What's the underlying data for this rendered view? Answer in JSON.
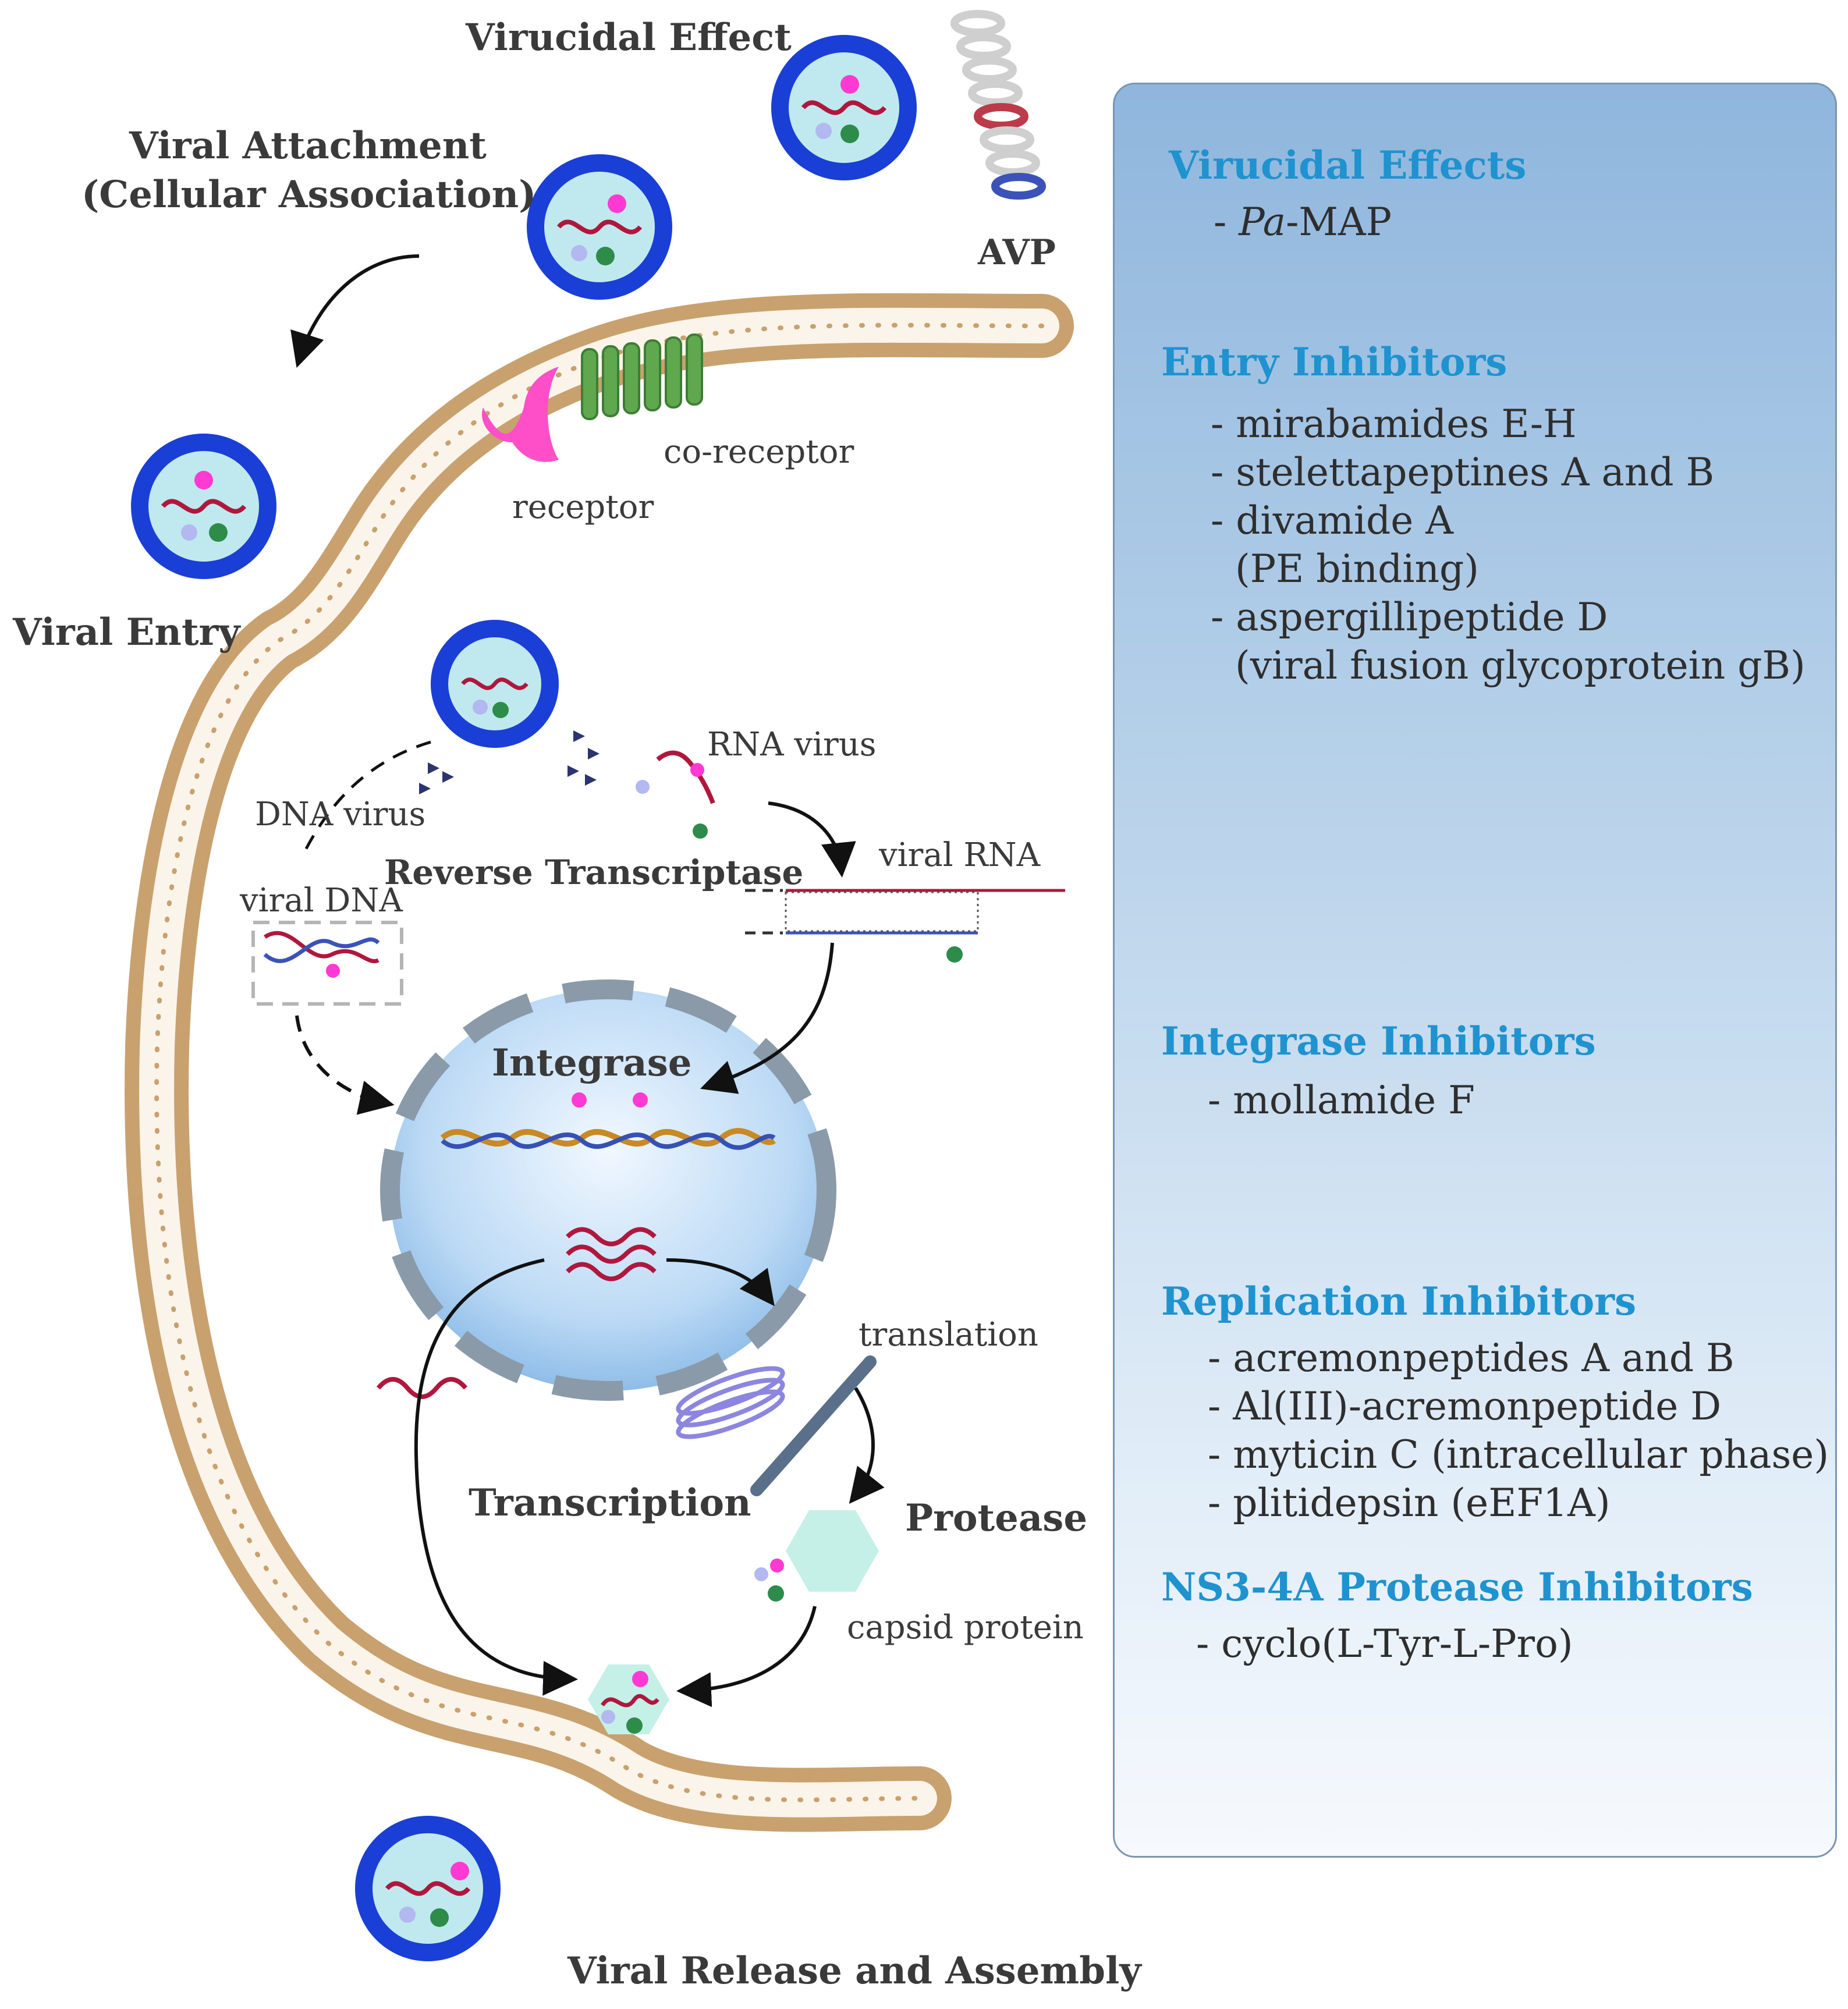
{
  "diagram": {
    "labels": {
      "virucidal_effect": "Virucidal Effect",
      "viral_attachment_line1": "Viral Attachment",
      "viral_attachment_line2": "(Cellular Association)",
      "avp": "AVP",
      "viral_entry": "Viral Entry",
      "receptor": "receptor",
      "co_receptor": "co-receptor",
      "rna_virus": "RNA virus",
      "dna_virus": "DNA virus",
      "reverse_transcriptase": "Reverse Transcriptase",
      "viral_rna": "viral RNA",
      "viral_dna": "viral DNA",
      "integrase": "Integrase",
      "translation": "translation",
      "transcription": "Transcription",
      "protease": "Protease",
      "capsid_protein": "capsid protein",
      "viral_release": "Viral Release and Assembly"
    },
    "colors": {
      "virus_blue": "#1a3fd6",
      "membrane": "#c9a16e",
      "receptor_pink": "#ff4fc8",
      "coreceptor_green": "#5fa84e",
      "rna_red": "#b0173d",
      "panel_heading": "#1f93cf",
      "nucleus_blue": "#c9e1f7"
    }
  },
  "panel": {
    "sections": [
      {
        "heading": "Virucidal Effects",
        "items": [
          {
            "prefix": "- ",
            "italic": "Pa",
            "text": "-MAP"
          }
        ]
      },
      {
        "heading": "Entry Inhibitors",
        "items": [
          {
            "text": "- mirabamides E-H"
          },
          {
            "text": "- stelettapeptines A and B"
          },
          {
            "text": "- divamide A"
          },
          {
            "text": "  (PE binding)"
          },
          {
            "text": "- aspergillipeptide D"
          },
          {
            "text": "  (viral fusion glycoprotein gB)"
          }
        ]
      },
      {
        "heading": "Integrase Inhibitors",
        "items": [
          {
            "text": "- mollamide F"
          }
        ]
      },
      {
        "heading": "Replication Inhibitors",
        "items": [
          {
            "text": "- acremonpeptides A and B"
          },
          {
            "text": "- Al(III)-acremonpeptide D"
          },
          {
            "text": "- myticin C (intracellular phase)"
          },
          {
            "text": "- plitidepsin (eEF1A)"
          }
        ]
      },
      {
        "heading": "NS3-4A Protease Inhibitors",
        "items": [
          {
            "text": "- cyclo(L-Tyr-L-Pro)"
          }
        ]
      }
    ]
  }
}
